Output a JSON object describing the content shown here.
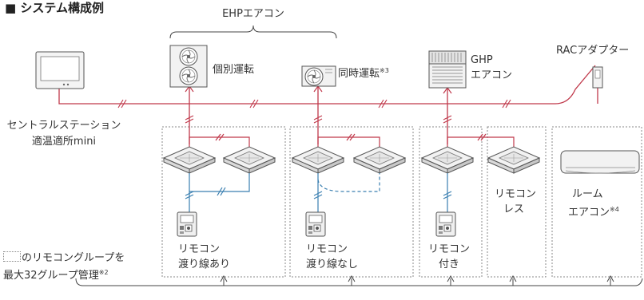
{
  "title": "■ システム構成例",
  "ehp_group_label": "EHPエアコン",
  "labels": {
    "individual": "個別運転",
    "simultaneous": "同時運転",
    "simultaneous_note": "※3",
    "ghp_line1": "GHP",
    "ghp_line2": "エアコン",
    "rac_adapter": "RACアダプター",
    "central_line1": "セントラルステーション",
    "central_line2": "適温適所mini",
    "group1_line1": "リモコン",
    "group1_line2": "渡り線あり",
    "group2_line1": "リモコン",
    "group2_line2": "渡り線なし",
    "group3_line1": "リモコン",
    "group3_line2": "付き",
    "group4_line1": "リモコン",
    "group4_line2": "レス",
    "room_line1": "ルーム",
    "room_line2": "エアコン",
    "room_note": "※4",
    "legend_line1": "のリモコングループを",
    "legend_line2": "最大32グループ管理",
    "legend_note": "※2"
  },
  "colors": {
    "signal_line": "#c0394b",
    "remote_line": "#3a7fb0",
    "group_border": "#888888",
    "device_stroke": "#555555",
    "device_fill": "#f4f4f4"
  }
}
